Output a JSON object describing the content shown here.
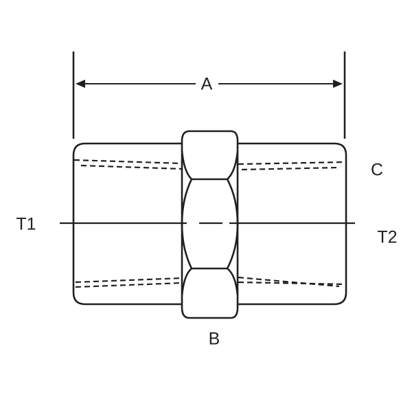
{
  "labels": {
    "a": "A",
    "b": "B",
    "c": "C",
    "t1": "T1",
    "t2": "T2"
  },
  "colors": {
    "line": "#231f20",
    "background": "#ffffff"
  }
}
